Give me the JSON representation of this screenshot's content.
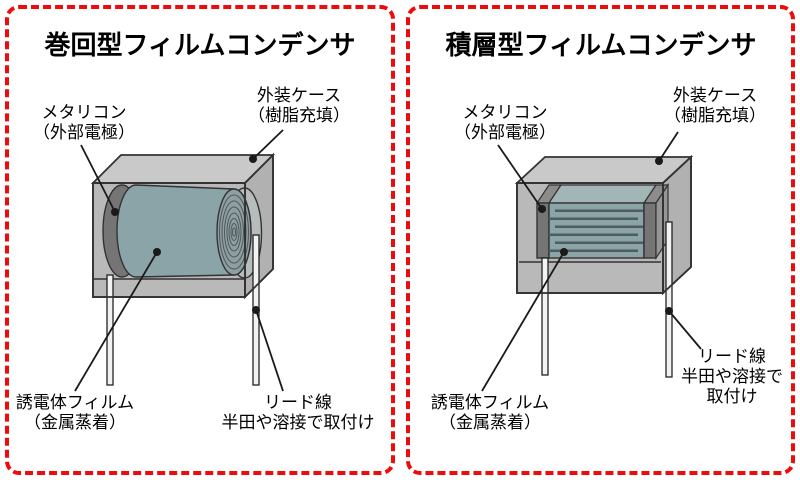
{
  "background": "#ffffff",
  "border_color": "#ee0b0b",
  "colors": {
    "case_top": "#c9c9c9",
    "case_front": "#b9b9b9",
    "case_side": "#b1b1b1",
    "element_body": "#8ba4a7",
    "element_top": "#a2b6b8",
    "metallicon": "#757575",
    "lead": "#f2f2f2"
  },
  "panels": [
    {
      "id": "wound-film-capacitor",
      "title": "巻回型フィルムコンデンサ",
      "labels": {
        "metallicon": {
          "line1": "メタリコン",
          "line2": "（外部電極）"
        },
        "case": {
          "line1": "外装ケース",
          "line2": "（樹脂充填）"
        },
        "dielectric": {
          "line1": "誘電体フィルム",
          "line2": "（金属蒸着）"
        },
        "lead": {
          "line1": "リード線",
          "line2": "半田や溶接で取付け"
        }
      }
    },
    {
      "id": "stacked-film-capacitor",
      "title": "積層型フィルムコンデンサ",
      "labels": {
        "metallicon": {
          "line1": "メタリコン",
          "line2": "（外部電極）"
        },
        "case": {
          "line1": "外装ケース",
          "line2": "（樹脂充填）"
        },
        "dielectric": {
          "line1": "誘電体フィルム",
          "line2": "（金属蒸着）"
        },
        "lead": {
          "line1": "リード線",
          "line2": "半田や溶接で",
          "line3": "取付け"
        }
      }
    }
  ]
}
